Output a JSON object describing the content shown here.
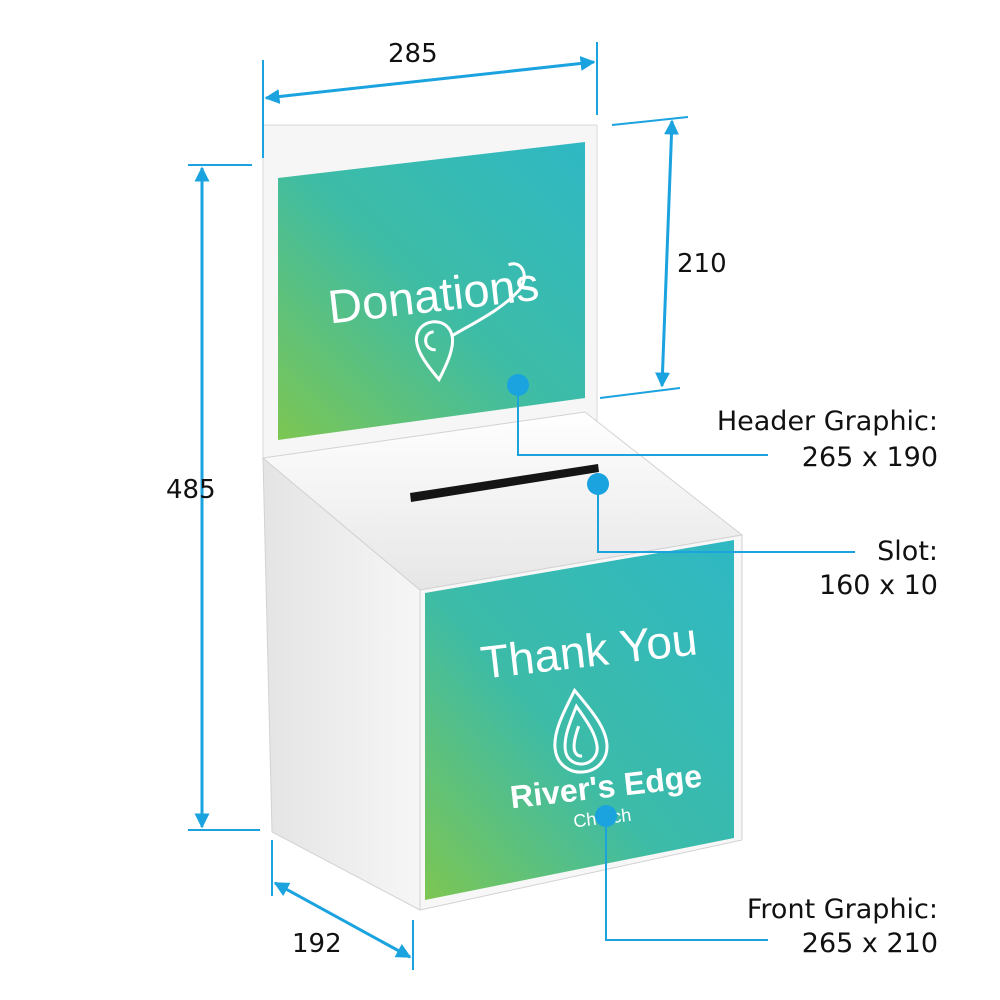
{
  "dimensions": {
    "width": "285",
    "header_height": "210",
    "total_height": "485",
    "depth": "192"
  },
  "callouts": {
    "header": {
      "title": "Header Graphic:",
      "size": "265 x 190"
    },
    "slot": {
      "title": "Slot:",
      "size": "160 x 10"
    },
    "front": {
      "title": "Front Graphic:",
      "size": "265 x 210"
    }
  },
  "header_graphic": {
    "text": "Donations",
    "icon": "location-pin-icon"
  },
  "front_graphic": {
    "text": "Thank You",
    "logo_name": "River's Edge",
    "logo_sub": "Church",
    "icon": "water-drop-icon"
  },
  "colors": {
    "dimension_arrow": "#1aa3df",
    "callout_line": "#1aa3df",
    "graphic_teal": "#2fb8c4",
    "graphic_green": "#7dc652",
    "box_white": "#f4f4f4"
  }
}
